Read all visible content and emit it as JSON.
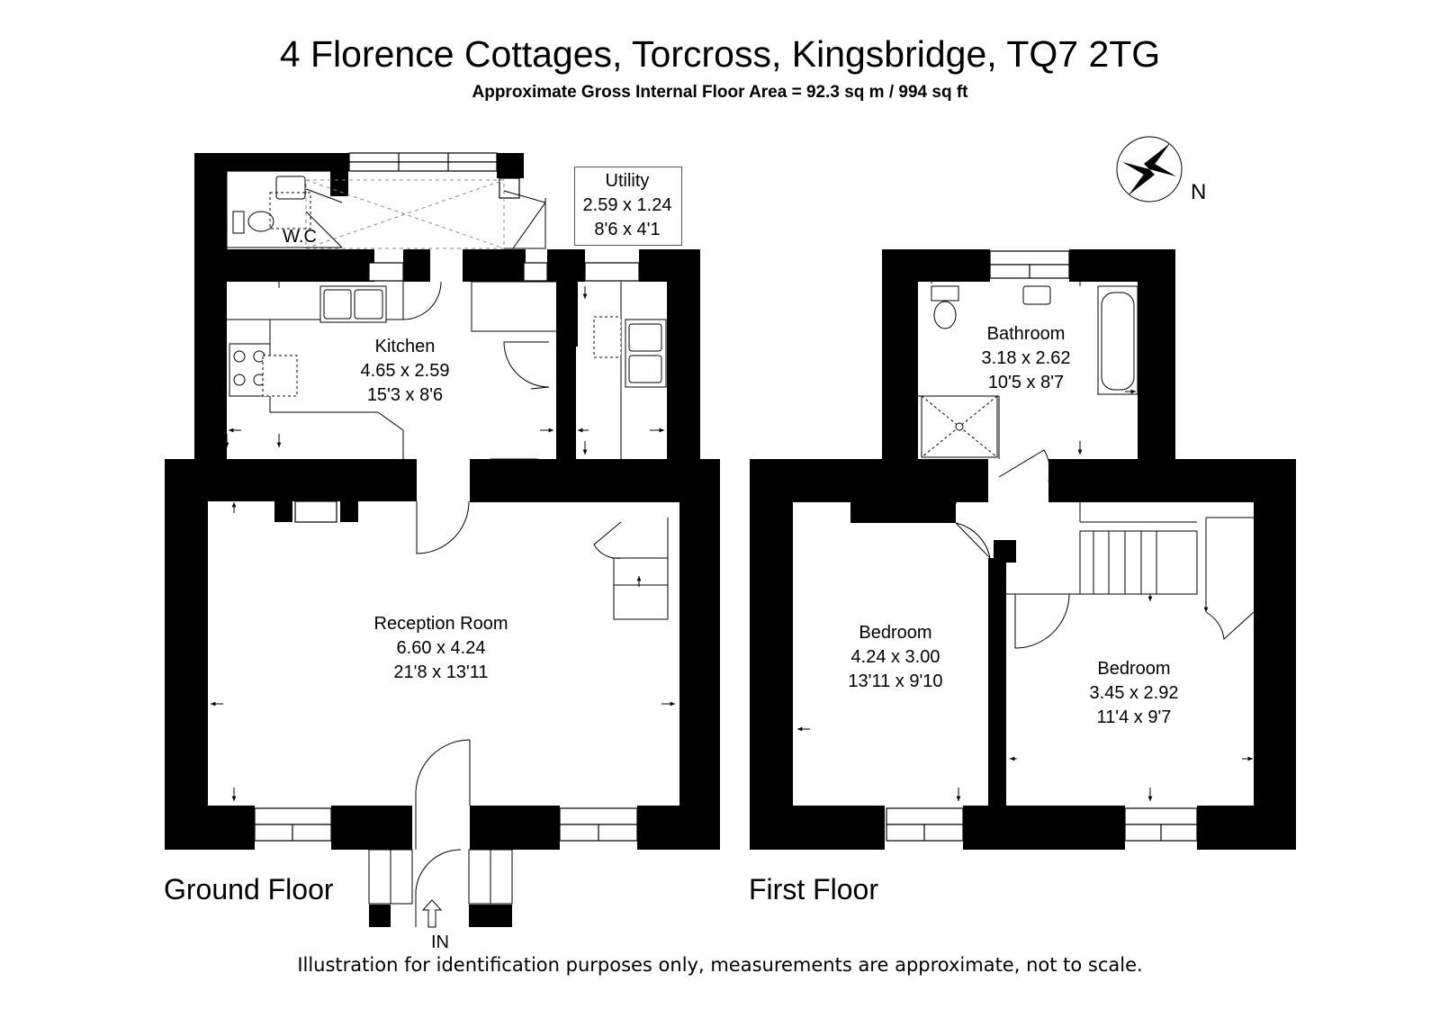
{
  "title": "4 Florence Cottages, Torcross, Kingsbridge, TQ7 2TG",
  "subtitle": "Approximate Gross Internal Floor Area  = 92.3 sq m / 994 sq ft",
  "disclaimer": "Illustration for identification purposes only, measurements are approximate, not to scale.",
  "compass_label": "N",
  "entrance_label": "IN",
  "floors": [
    {
      "label": "Ground Floor",
      "rooms": [
        {
          "name": "W.C",
          "metric": "",
          "imperial": ""
        },
        {
          "name": "Utility",
          "metric": "2.59 x 1.24",
          "imperial": "8'6 x 4'1"
        },
        {
          "name": "Kitchen",
          "metric": "4.65 x 2.59",
          "imperial": "15'3 x 8'6"
        },
        {
          "name": "Reception Room",
          "metric": "6.60 x 4.24",
          "imperial": "21'8 x 13'11"
        }
      ]
    },
    {
      "label": "First Floor",
      "rooms": [
        {
          "name": "Bathroom",
          "metric": "3.18 x 2.62",
          "imperial": "10'5 x 8'7"
        },
        {
          "name": "Bedroom",
          "metric": "4.24 x 3.00",
          "imperial": "13'11 x 9'10"
        },
        {
          "name": "Bedroom",
          "metric": "3.45 x 2.92",
          "imperial": "11'4 x 9'7"
        }
      ]
    }
  ]
}
